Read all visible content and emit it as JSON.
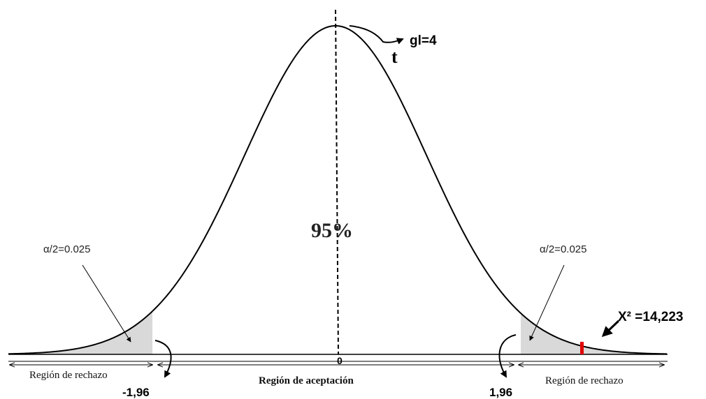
{
  "diagram": {
    "center_label": "95%",
    "zero_label": "0",
    "distribution_label": "t",
    "df_label": "gl=4",
    "left_alpha_label": "α/2=0.025",
    "right_alpha_label": "α/2=0.025",
    "left_critical": "-1,96",
    "right_critical": "1,96",
    "left_region": "Región de rechazo",
    "center_region": "Región de aceptación",
    "right_region": "Región de rechazo",
    "chi_label": "X² =14,223",
    "colors": {
      "curve": "#000000",
      "tail_fill": "#d9d9d9",
      "chi_marker": "#e00000"
    }
  }
}
